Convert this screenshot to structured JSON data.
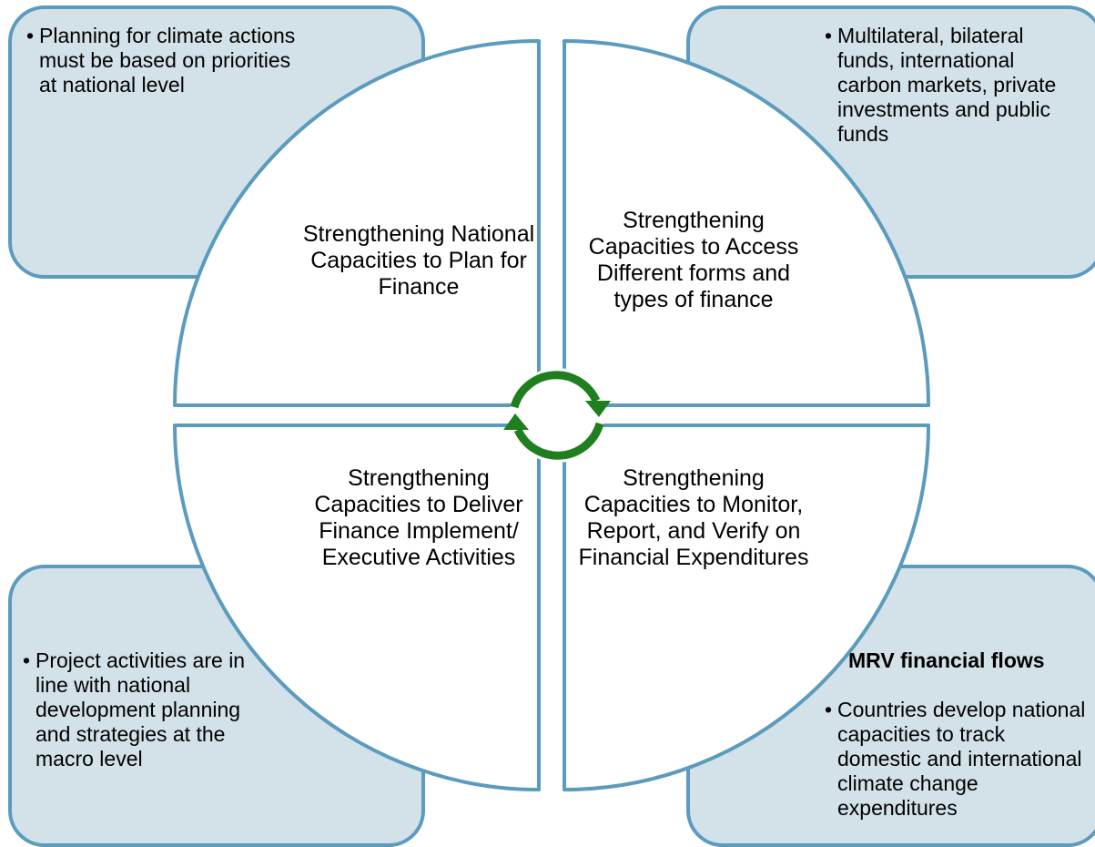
{
  "corners": {
    "top_left": {
      "items": [
        "Planning for climate actions must be based on priorities at national level"
      ]
    },
    "top_right": {
      "items": [
        "Multilateral, bilateral funds, international carbon markets, private investments and public funds"
      ]
    },
    "bottom_left": {
      "items": [
        "Project activities are in line with national development planning and strategies at the macro level"
      ]
    },
    "bottom_right": {
      "heading": "MRV financial flows",
      "items": [
        "Countries develop national capacities to track domestic and international climate change expenditures"
      ]
    }
  },
  "quadrants": {
    "top_left": "Strengthening National Capacities to Plan for Finance",
    "top_right": "Strengthening Capacities to Access Different forms and types of finance",
    "bottom_left": "Strengthening Capacities to Deliver Finance Implement/ Executive Activities",
    "bottom_right": "Strengthening Capacities to Monitor, Report, and Verify on Financial Expenditures"
  },
  "bullet_symbol": "•",
  "colors": {
    "box_fill": "#d3e1e8",
    "box_border": "#5b9bbd",
    "quadrant_fill": "#ffffff",
    "quadrant_border": "#5b9bbd",
    "cycle_arrows": "#1f7f1f"
  },
  "icons": {
    "center": "cycle-arrows-icon"
  }
}
